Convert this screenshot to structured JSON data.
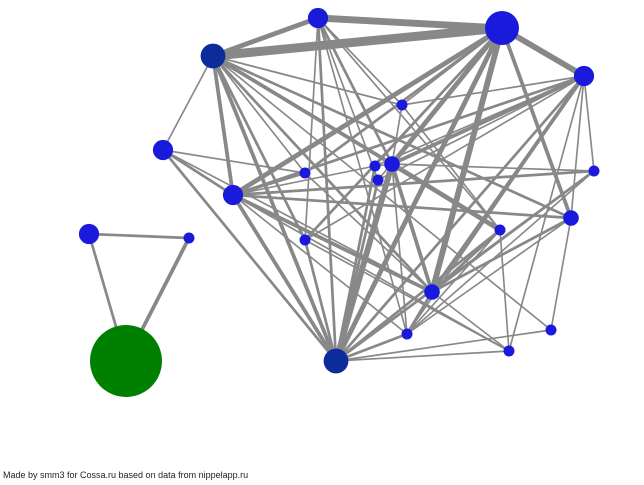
{
  "colors": {
    "background": "#ffffff",
    "edge": "#888888",
    "node_blue": "#1a1adc",
    "node_navy": "#0d2c9c",
    "node_green": "#008000"
  },
  "footer": {
    "credit": "Made by smm3 for Cossa.ru  based on data from nippelapp.ru"
  },
  "graph": {
    "nodes": [
      {
        "id": "n1",
        "color": "blue",
        "size": 3
      },
      {
        "id": "n2",
        "color": "blue",
        "size": 6
      },
      {
        "id": "n3",
        "color": "navy",
        "size": 4
      },
      {
        "id": "n4",
        "color": "blue",
        "size": 3
      },
      {
        "id": "n5",
        "color": "blue",
        "size": 1
      },
      {
        "id": "n6",
        "color": "blue",
        "size": 2
      },
      {
        "id": "n7",
        "color": "blue",
        "size": 3
      },
      {
        "id": "n8",
        "color": "blue",
        "size": 1
      },
      {
        "id": "n9",
        "color": "blue",
        "size": 1
      },
      {
        "id": "n10",
        "color": "blue",
        "size": 3
      },
      {
        "id": "n11",
        "color": "blue",
        "size": 1
      },
      {
        "id": "n12",
        "color": "blue",
        "size": 1
      },
      {
        "id": "n13",
        "color": "blue",
        "size": 2
      },
      {
        "id": "n14",
        "color": "blue",
        "size": 1
      },
      {
        "id": "n15",
        "color": "blue",
        "size": 1
      },
      {
        "id": "n16",
        "color": "blue",
        "size": 2
      },
      {
        "id": "n17",
        "color": "blue",
        "size": 1
      },
      {
        "id": "n18",
        "color": "blue",
        "size": 1
      },
      {
        "id": "n19",
        "color": "navy",
        "size": 4
      },
      {
        "id": "n20",
        "color": "blue",
        "size": 1
      },
      {
        "id": "n21",
        "color": "blue",
        "size": 3
      },
      {
        "id": "n22",
        "color": "blue",
        "size": 1
      },
      {
        "id": "n23",
        "color": "green",
        "size": 12
      }
    ],
    "edges": [
      [
        "n1",
        "n2",
        6
      ],
      [
        "n3",
        "n2",
        8
      ],
      [
        "n3",
        "n1",
        4
      ],
      [
        "n2",
        "n4",
        5
      ],
      [
        "n3",
        "n10",
        3
      ],
      [
        "n2",
        "n10",
        4
      ],
      [
        "n3",
        "n6",
        3
      ],
      [
        "n2",
        "n16",
        5
      ],
      [
        "n2",
        "n6",
        4
      ],
      [
        "n3",
        "n19",
        3
      ],
      [
        "n2",
        "n19",
        4
      ],
      [
        "n2",
        "n13",
        3
      ],
      [
        "n10",
        "n16",
        3
      ],
      [
        "n4",
        "n16",
        3
      ],
      [
        "n4",
        "n6",
        3
      ],
      [
        "n6",
        "n19",
        5
      ],
      [
        "n6",
        "n16",
        3
      ],
      [
        "n10",
        "n19",
        3
      ],
      [
        "n1",
        "n6",
        2
      ],
      [
        "n6",
        "n15",
        4
      ],
      [
        "n2",
        "n14",
        2
      ],
      [
        "n3",
        "n16",
        2
      ],
      [
        "n3",
        "n13",
        2
      ],
      [
        "n3",
        "n14",
        2
      ],
      [
        "n2",
        "n8",
        2
      ],
      [
        "n10",
        "n13",
        2
      ],
      [
        "n10",
        "n8",
        2
      ],
      [
        "n10",
        "n12",
        2
      ],
      [
        "n10",
        "n11",
        1
      ],
      [
        "n6",
        "n12",
        1
      ],
      [
        "n6",
        "n11",
        1
      ],
      [
        "n1",
        "n5",
        1
      ],
      [
        "n1",
        "n9",
        1
      ],
      [
        "n1",
        "n19",
        2
      ],
      [
        "n1",
        "n17",
        1
      ],
      [
        "n4",
        "n20",
        1
      ],
      [
        "n4",
        "n17",
        1
      ],
      [
        "n4",
        "n10",
        2
      ],
      [
        "n4",
        "n19",
        2
      ],
      [
        "n4",
        "n13",
        1
      ],
      [
        "n4",
        "n5",
        1
      ],
      [
        "n16",
        "n20",
        1
      ],
      [
        "n16",
        "n17",
        2
      ],
      [
        "n16",
        "n15",
        2
      ],
      [
        "n16",
        "n13",
        2
      ],
      [
        "n13",
        "n17",
        1
      ],
      [
        "n13",
        "n18",
        1
      ],
      [
        "n19",
        "n17",
        2
      ],
      [
        "n19",
        "n15",
        2
      ],
      [
        "n19",
        "n14",
        2
      ],
      [
        "n19",
        "n12",
        2
      ],
      [
        "n19",
        "n11",
        2
      ],
      [
        "n19",
        "n9",
        2
      ],
      [
        "n19",
        "n7",
        2
      ],
      [
        "n7",
        "n3",
        1
      ],
      [
        "n7",
        "n10",
        2
      ],
      [
        "n7",
        "n8",
        1
      ],
      [
        "n12",
        "n16",
        1
      ],
      [
        "n12",
        "n4",
        1
      ],
      [
        "n12",
        "n17",
        1
      ],
      [
        "n15",
        "n17",
        1
      ],
      [
        "n15",
        "n20",
        1
      ],
      [
        "n15",
        "n5",
        1
      ],
      [
        "n15",
        "n1",
        1
      ],
      [
        "n14",
        "n4",
        1
      ],
      [
        "n14",
        "n20",
        1
      ],
      [
        "n5",
        "n6",
        1
      ],
      [
        "n5",
        "n2",
        1
      ],
      [
        "n5",
        "n3",
        1
      ],
      [
        "n8",
        "n3",
        1
      ],
      [
        "n8",
        "n16",
        1
      ],
      [
        "n11",
        "n4",
        1
      ],
      [
        "n11",
        "n2",
        1
      ],
      [
        "n9",
        "n4",
        1
      ],
      [
        "n18",
        "n19",
        1
      ],
      [
        "n18",
        "n3",
        1
      ],
      [
        "n20",
        "n19",
        1
      ],
      [
        "n20",
        "n10",
        1
      ],
      [
        "n21",
        "n22",
        2
      ],
      [
        "n21",
        "n23",
        2
      ],
      [
        "n22",
        "n23",
        3
      ],
      [
        "n3",
        "n5",
        1
      ],
      [
        "n6",
        "n17",
        1
      ],
      [
        "n1",
        "n14",
        1
      ],
      [
        "n2",
        "n9",
        1
      ],
      [
        "n10",
        "n17",
        1
      ],
      [
        "n7",
        "n16",
        1
      ]
    ]
  }
}
